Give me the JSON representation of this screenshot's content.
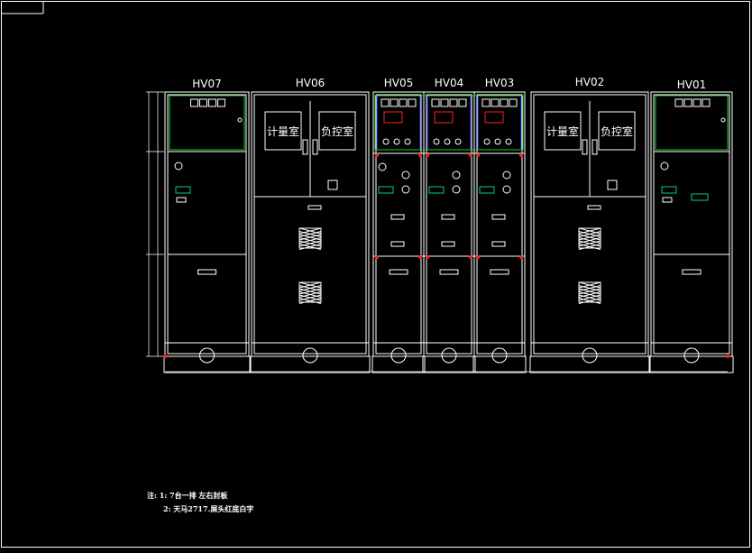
{
  "diagram": {
    "panels": [
      {
        "id": "HV07",
        "type": "outgoing"
      },
      {
        "id": "HV06",
        "type": "metering"
      },
      {
        "id": "HV05",
        "type": "feeder"
      },
      {
        "id": "HV04",
        "type": "feeder"
      },
      {
        "id": "HV03",
        "type": "feeder"
      },
      {
        "id": "HV02",
        "type": "metering"
      },
      {
        "id": "HV01",
        "type": "outgoing"
      }
    ],
    "metering_labels": {
      "left": "计量室",
      "right": "负控室"
    },
    "notes": {
      "line1": "注: 1: 7台一排 左右封板",
      "line2": "2: 天马2717.屑头红底白字"
    },
    "colors": {
      "background": "#000000",
      "line": "#ffffff",
      "window_frame": "#22cc22",
      "relay_frame": "#2a4bff",
      "indicator": "#ff2020",
      "terminal": "#00cc88"
    }
  }
}
